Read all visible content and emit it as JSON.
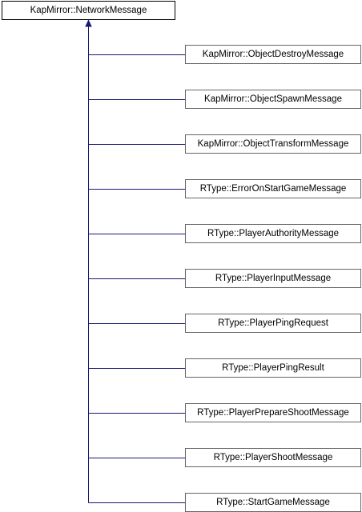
{
  "diagram": {
    "colors": {
      "line": "#191970",
      "base_border": "#000000",
      "derived_border": "#666666",
      "background": "#ffffff"
    },
    "base": {
      "label": "KapMirror::NetworkMessage"
    },
    "derived": [
      {
        "label": "KapMirror::ObjectDestroyMessage"
      },
      {
        "label": "KapMirror::ObjectSpawnMessage"
      },
      {
        "label": "KapMirror::ObjectTransformMessage"
      },
      {
        "label": "RType::ErrorOnStartGameMessage"
      },
      {
        "label": "RType::PlayerAuthorityMessage"
      },
      {
        "label": "RType::PlayerInputMessage"
      },
      {
        "label": "RType::PlayerPingRequest"
      },
      {
        "label": "RType::PlayerPingResult"
      },
      {
        "label": "RType::PlayerPrepareShootMessage"
      },
      {
        "label": "RType::PlayerShootMessage"
      },
      {
        "label": "RType::StartGameMessage"
      }
    ]
  }
}
